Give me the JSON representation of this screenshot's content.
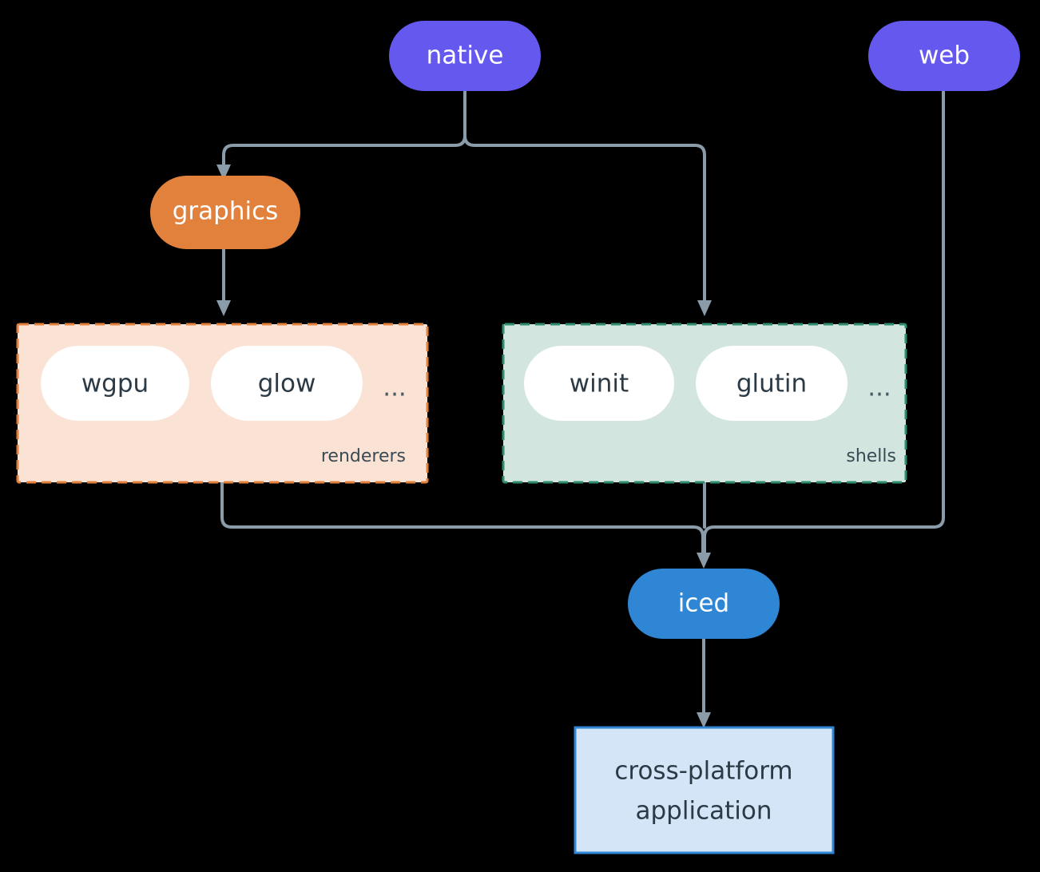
{
  "diagram": {
    "type": "flowchart",
    "background": "#000000",
    "edge_color": "#8A9BAA",
    "nodes": {
      "native": {
        "label": "native",
        "shape": "stadium",
        "fill": "#6558EE",
        "text_color": "#ffffff"
      },
      "web": {
        "label": "web",
        "shape": "stadium",
        "fill": "#6558EE",
        "text_color": "#ffffff"
      },
      "graphics": {
        "label": "graphics",
        "shape": "stadium",
        "fill": "#E2813C",
        "text_color": "#ffffff"
      },
      "iced": {
        "label": "iced",
        "shape": "stadium",
        "fill": "#2E86D4",
        "text_color": "#ffffff"
      },
      "application": {
        "label_line1": "cross-platform",
        "label_line2": "application",
        "shape": "rect",
        "fill": "#D3E5F7",
        "border": "#2E86D4",
        "text_color": "#2B3A45"
      }
    },
    "groups": [
      {
        "id": "renderers",
        "title": "renderers",
        "fill": "#FAE3D4",
        "border": "#E2813C",
        "border_style": "dashed",
        "items": [
          {
            "label": "wgpu",
            "fill": "#ffffff",
            "text_color": "#2B3A45"
          },
          {
            "label": "glow",
            "fill": "#ffffff",
            "text_color": "#2B3A45"
          }
        ],
        "ellipsis": "..."
      },
      {
        "id": "shells",
        "title": "shells",
        "fill": "#D2E5DF",
        "border": "#2E8B6F",
        "border_style": "dashed",
        "items": [
          {
            "label": "winit",
            "fill": "#ffffff",
            "text_color": "#2B3A45"
          },
          {
            "label": "glutin",
            "fill": "#ffffff",
            "text_color": "#2B3A45"
          }
        ],
        "ellipsis": "..."
      }
    ],
    "edges": [
      {
        "from": "native",
        "to": "graphics"
      },
      {
        "from": "native",
        "to": "shells"
      },
      {
        "from": "graphics",
        "to": "renderers"
      },
      {
        "from": "renderers",
        "to": "iced"
      },
      {
        "from": "shells",
        "to": "iced"
      },
      {
        "from": "web",
        "to": "iced"
      },
      {
        "from": "iced",
        "to": "application"
      }
    ]
  }
}
